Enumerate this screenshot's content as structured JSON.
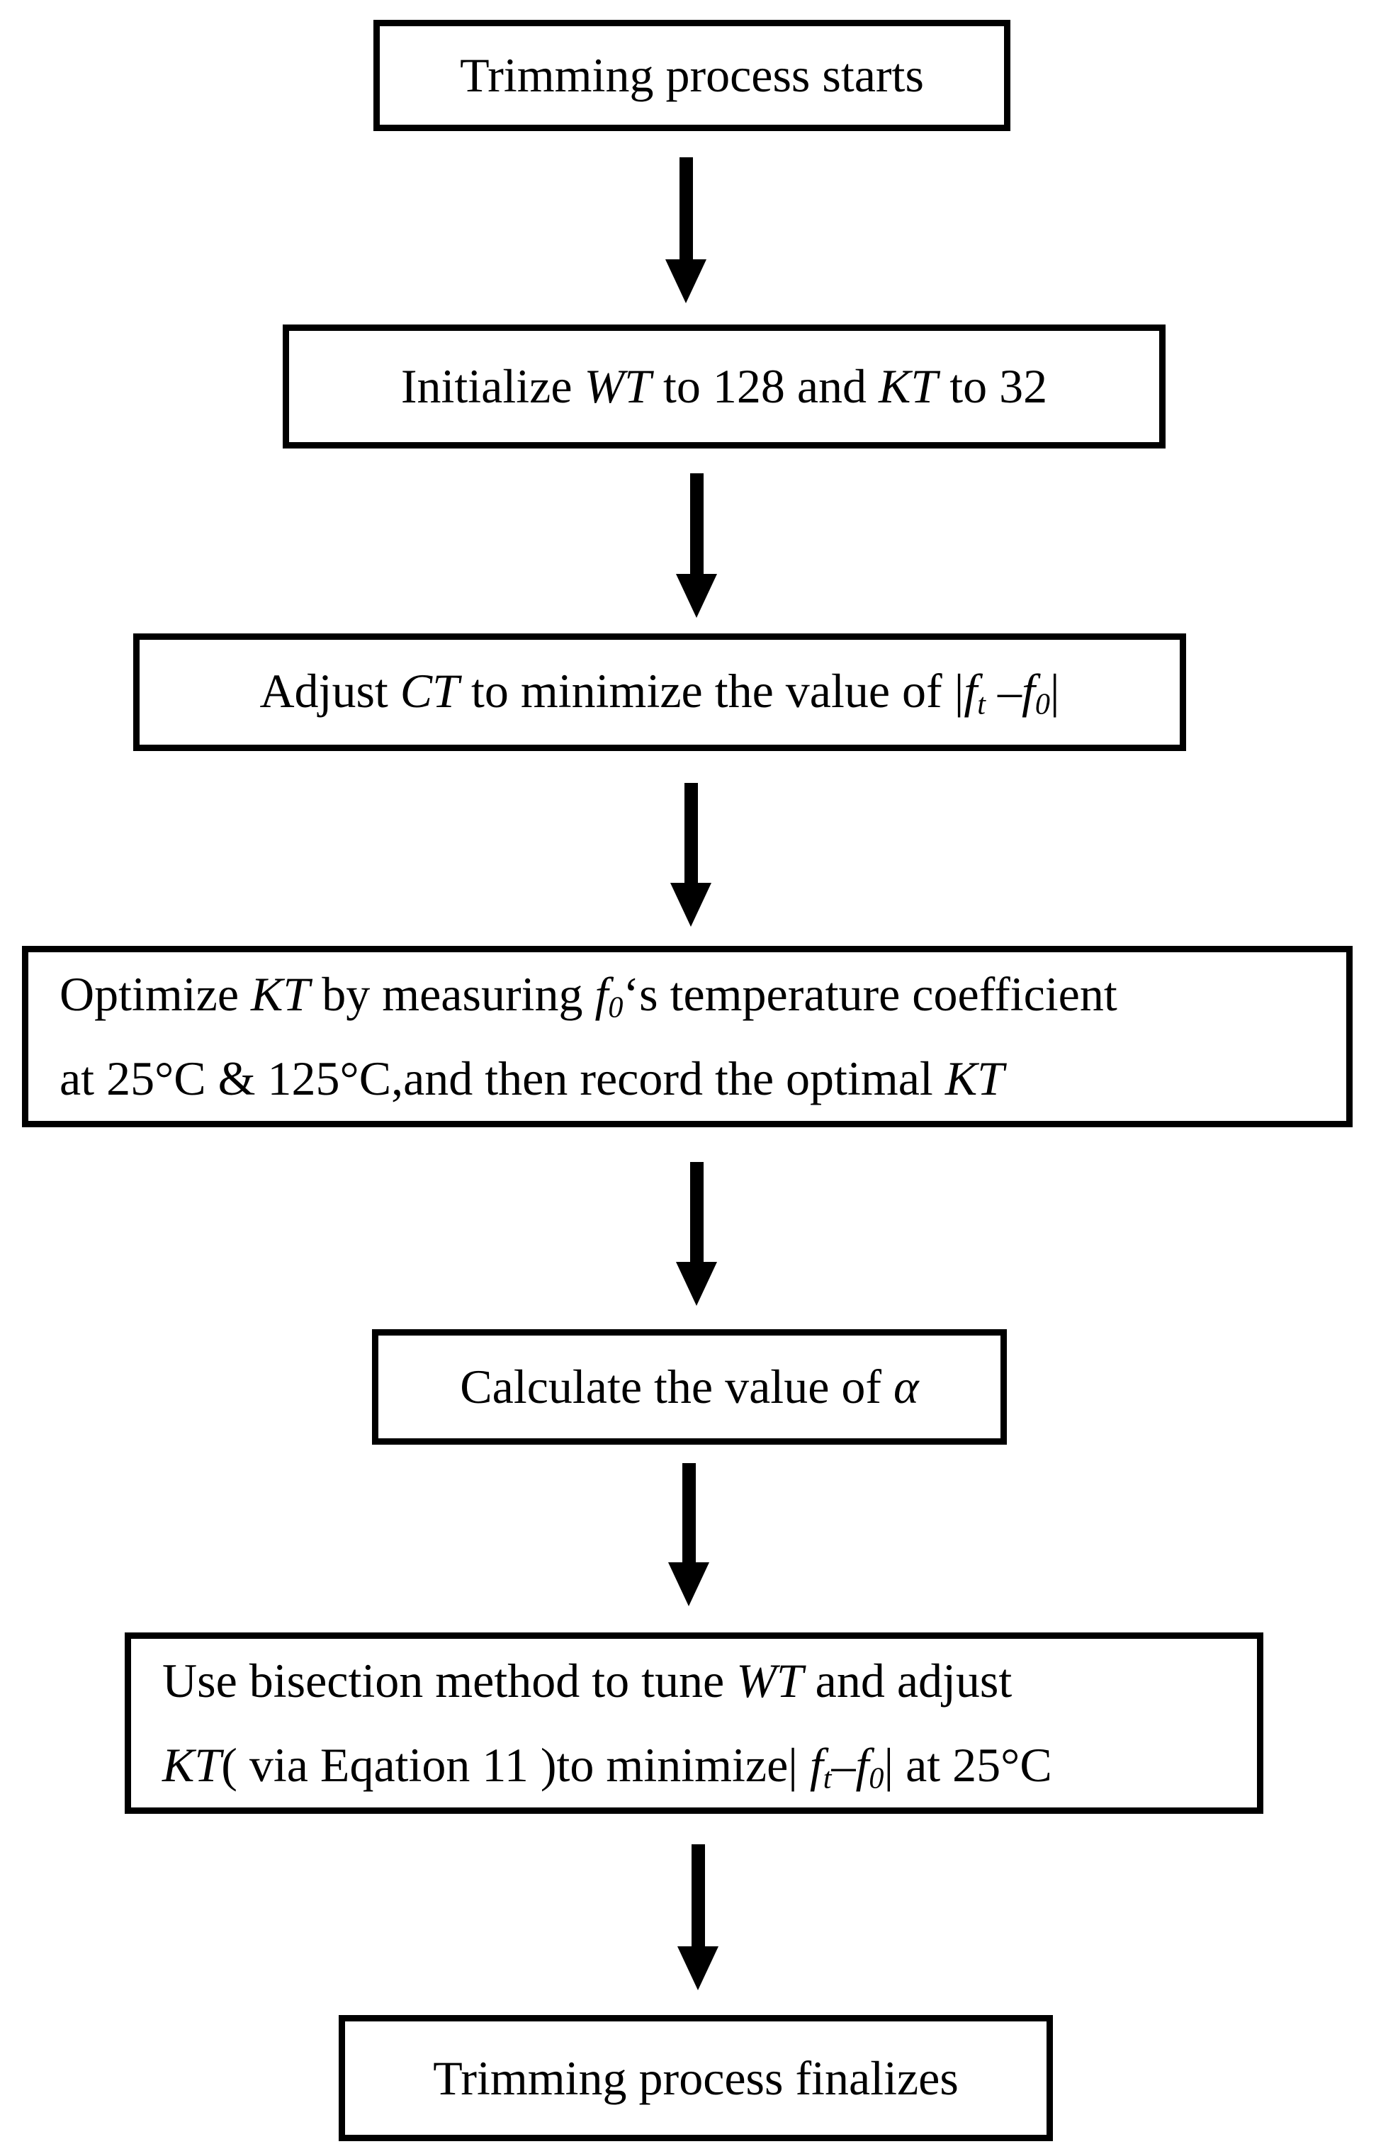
{
  "colors": {
    "background": "#ffffff",
    "box_border": "#000000",
    "text": "#000000",
    "arrow": "#000000"
  },
  "nodes": [
    {
      "id": "start",
      "lines": [
        [
          {
            "text": "Trimming process starts"
          }
        ]
      ]
    },
    {
      "id": "initialize",
      "lines": [
        [
          {
            "text": "Initialize "
          },
          {
            "text": "WT",
            "italic": true
          },
          {
            "text": " to 128 and "
          },
          {
            "text": "KT",
            "italic": true
          },
          {
            "text": " to 32"
          }
        ]
      ]
    },
    {
      "id": "adjust-ct",
      "lines": [
        [
          {
            "text": "Adjust "
          },
          {
            "text": "CT",
            "italic": true
          },
          {
            "text": " to minimize the value of "
          },
          {
            "text": "|"
          },
          {
            "text": "f",
            "italic": true
          },
          {
            "text": "t",
            "italic": true,
            "sub": true
          },
          {
            "text": " –"
          },
          {
            "text": "f",
            "italic": true
          },
          {
            "text": "0",
            "italic": true,
            "sub": true
          },
          {
            "text": "|"
          }
        ]
      ]
    },
    {
      "id": "optimize-kt",
      "lines": [
        [
          {
            "text": "Optimize "
          },
          {
            "text": "KT",
            "italic": true
          },
          {
            "text": " by measuring "
          },
          {
            "text": "f",
            "italic": true
          },
          {
            "text": "0",
            "italic": true,
            "sub": true
          },
          {
            "text": "‘s temperature coefficient"
          }
        ],
        [
          {
            "text": "at 25°C & 125°C,and then record the optimal "
          },
          {
            "text": "KT",
            "italic": true
          }
        ]
      ]
    },
    {
      "id": "calculate-alpha",
      "lines": [
        [
          {
            "text": "Calculate the value of "
          },
          {
            "text": "α",
            "italic": true
          }
        ]
      ]
    },
    {
      "id": "bisection",
      "lines": [
        [
          {
            "text": "Use bisection method to tune "
          },
          {
            "text": "WT",
            "italic": true
          },
          {
            "text": " and adjust"
          }
        ],
        [
          {
            "text": "KT",
            "italic": true
          },
          {
            "text": "( via Eqation 11 )to minimize| "
          },
          {
            "text": "f",
            "italic": true
          },
          {
            "text": "t",
            "italic": true,
            "sub": true
          },
          {
            "text": "–"
          },
          {
            "text": "f",
            "italic": true
          },
          {
            "text": "0",
            "italic": true,
            "sub": true
          },
          {
            "text": "| at 25°C"
          }
        ]
      ]
    },
    {
      "id": "finalize",
      "lines": [
        [
          {
            "text": "Trimming process finalizes"
          }
        ]
      ]
    }
  ],
  "arrows": [
    {
      "from": "start",
      "to": "initialize"
    },
    {
      "from": "initialize",
      "to": "adjust-ct"
    },
    {
      "from": "adjust-ct",
      "to": "optimize-kt"
    },
    {
      "from": "optimize-kt",
      "to": "calculate-alpha"
    },
    {
      "from": "calculate-alpha",
      "to": "bisection"
    },
    {
      "from": "bisection",
      "to": "finalize"
    }
  ]
}
